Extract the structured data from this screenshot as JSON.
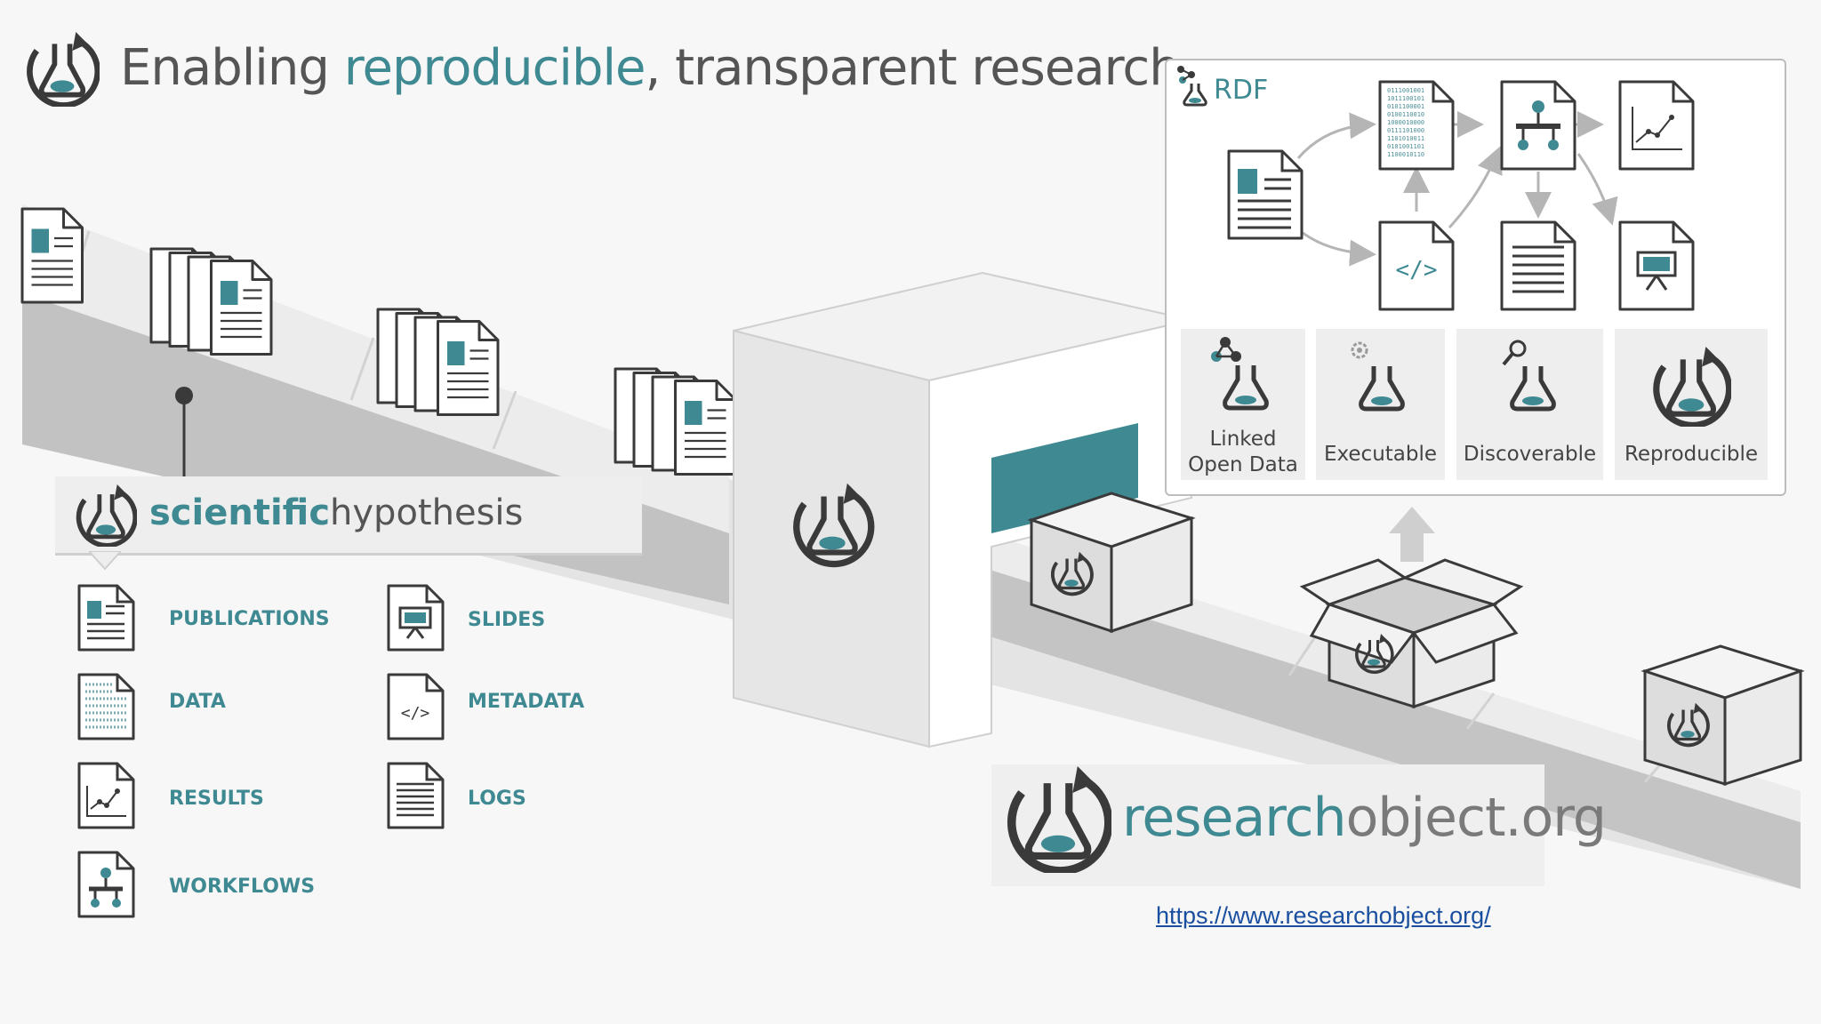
{
  "title": {
    "pre": "Enabling ",
    "highlight": "reproducible",
    "post": ", transparent research."
  },
  "hypothesis": {
    "bold": "scientific",
    "normal": "hypothesis"
  },
  "categories": [
    {
      "label": "PUBLICATIONS",
      "icon": "publication-doc-icon"
    },
    {
      "label": "DATA",
      "icon": "binary-data-icon"
    },
    {
      "label": "RESULTS",
      "icon": "chart-doc-icon"
    },
    {
      "label": "WORKFLOWS",
      "icon": "workflow-doc-icon"
    },
    {
      "label": "SLIDES",
      "icon": "slides-doc-icon"
    },
    {
      "label": "METADATA",
      "icon": "code-doc-icon"
    },
    {
      "label": "LOGS",
      "icon": "log-doc-icon"
    }
  ],
  "rdf": {
    "label": "RDF",
    "properties": [
      {
        "line1": "Linked",
        "line2": "Open Data",
        "icon": "graph-flask-icon"
      },
      {
        "line1": "Executable",
        "icon": "gear-flask-icon"
      },
      {
        "line1": "Discoverable",
        "icon": "search-flask-icon"
      },
      {
        "line1": "Reproducible",
        "icon": "cycle-flask-icon"
      }
    ],
    "binary_text": [
      "0111001001",
      "1011100101",
      "0101100001",
      "0100110010",
      "1000010000",
      "0111101000",
      "1101010011",
      "0101001101",
      "1100010110"
    ],
    "code_text": "</>"
  },
  "brand": {
    "highlight": "research",
    "rest": "object.org",
    "link": "https://www.researchobject.org/"
  },
  "colors": {
    "accent": "#3f8a92",
    "text_gray": "#555555",
    "link": "#1a4fa0"
  }
}
